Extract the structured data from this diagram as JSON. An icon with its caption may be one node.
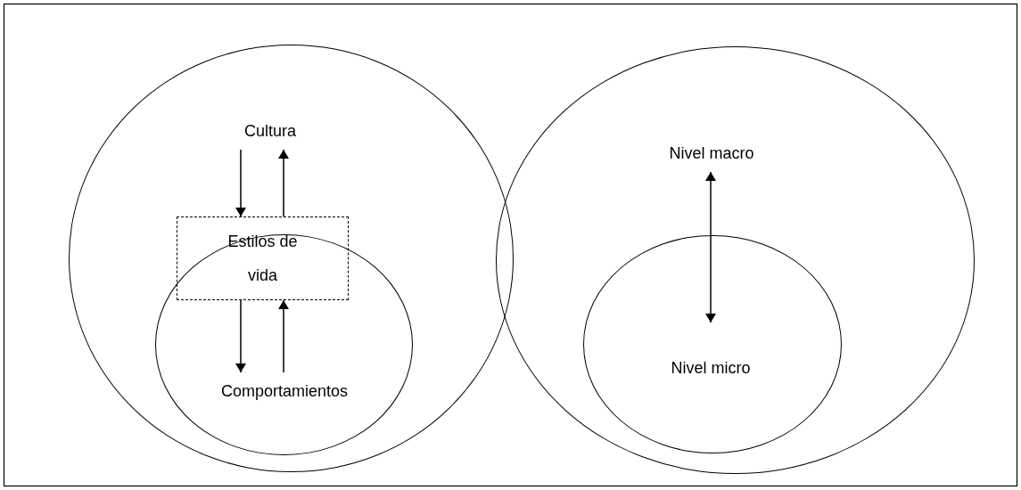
{
  "diagram": {
    "nodes": [
      {
        "text": [],
        "shape": "circle"
      },
      {
        "text": [
          "Cultura"
        ],
        "in": 0
      },
      {
        "text": [
          "Estilos de vida"
        ],
        "in": 0
      },
      {
        "text": [],
        "shape": "circle",
        "in": 0
      },
      {
        "text": [
          "Comportamientos"
        ],
        "in": 3
      },
      {
        "text": [],
        "shape": "circle"
      },
      {
        "text": [
          "Nivel macro"
        ],
        "in": 5
      },
      {
        "text": [],
        "shape": "circle",
        "in": 5
      },
      {
        "text": [
          "Nivel micro"
        ],
        "in": 7
      }
    ],
    "edges": [
      {
        "from": 1,
        "to": 2,
        "arrow": "to"
      },
      {
        "from": 2,
        "to": 1,
        "arrow": "to"
      },
      {
        "from": 2,
        "to": 4,
        "arrow": "to"
      },
      {
        "from": 4,
        "to": 2,
        "arrow": "to"
      },
      {
        "from": 6,
        "to": 8,
        "arrow": "both"
      }
    ]
  }
}
